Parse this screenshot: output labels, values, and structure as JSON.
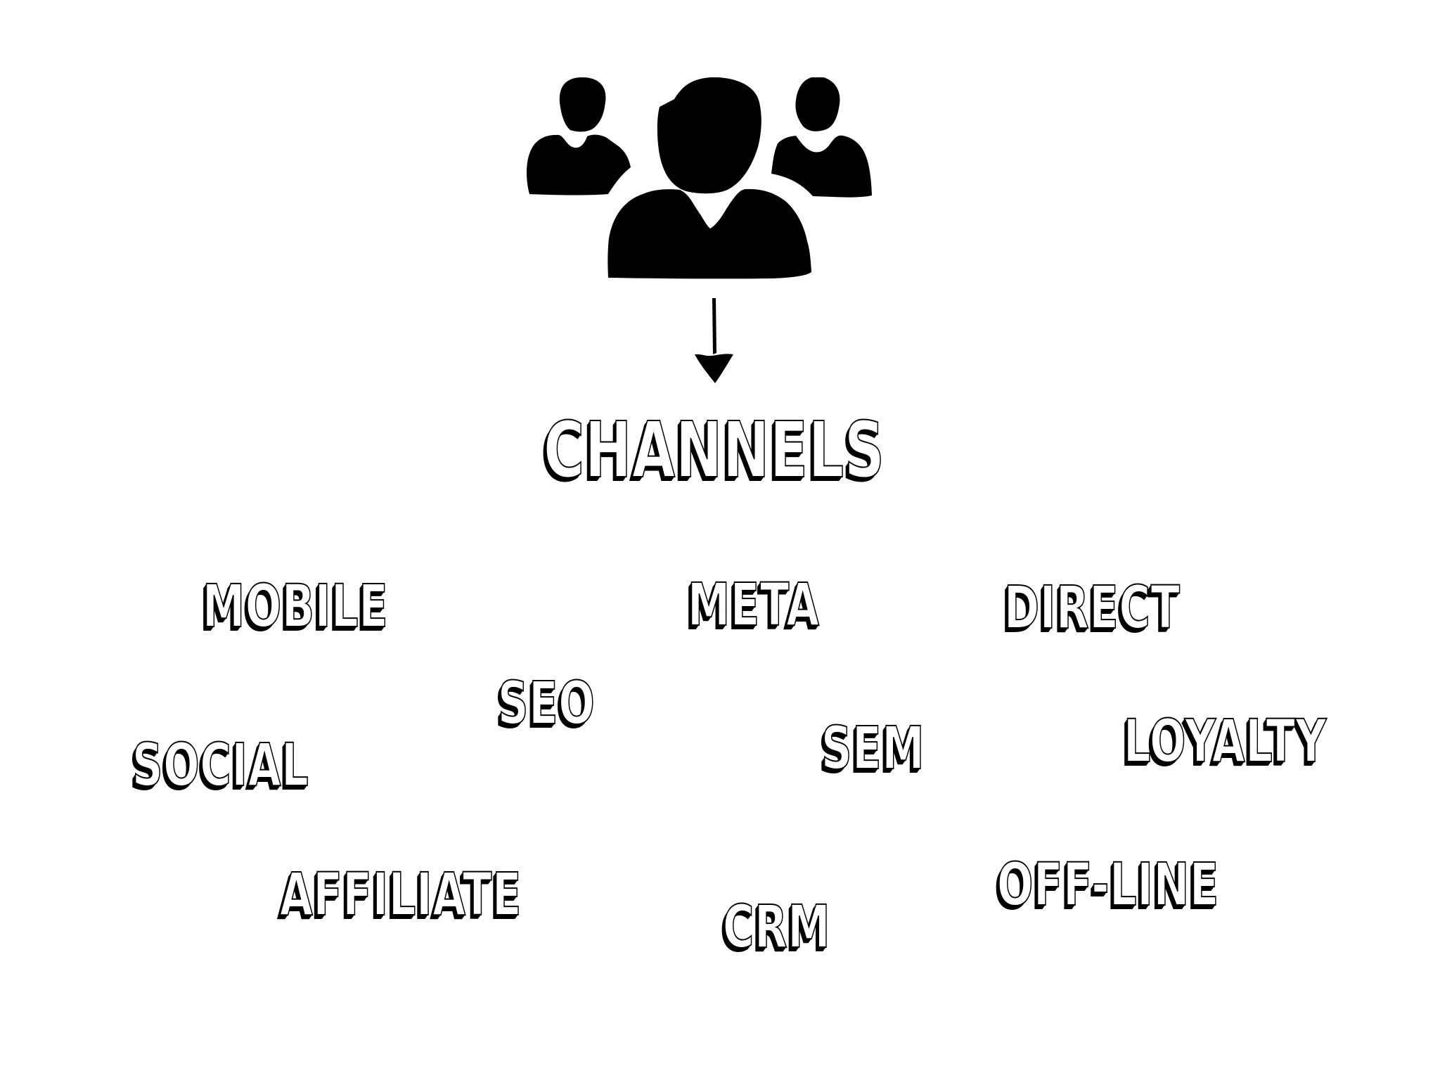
{
  "diagram": {
    "title": "CHANNELS",
    "channels": {
      "mobile": "MOBILE",
      "meta": "META",
      "direct": "DIRECT",
      "seo": "SEO",
      "sem": "SEM",
      "social": "SOCIAL",
      "loyalty": "LOYALTY",
      "affiliate": "AFFILIATE",
      "crm": "CRM",
      "offline": "OFF-LINE"
    }
  },
  "icons": {
    "people": "people-group-icon",
    "arrow": "down-arrow-icon"
  },
  "colors": {
    "background": "#ffffff",
    "ink": "#000000",
    "text_fill": "#ffffff"
  }
}
